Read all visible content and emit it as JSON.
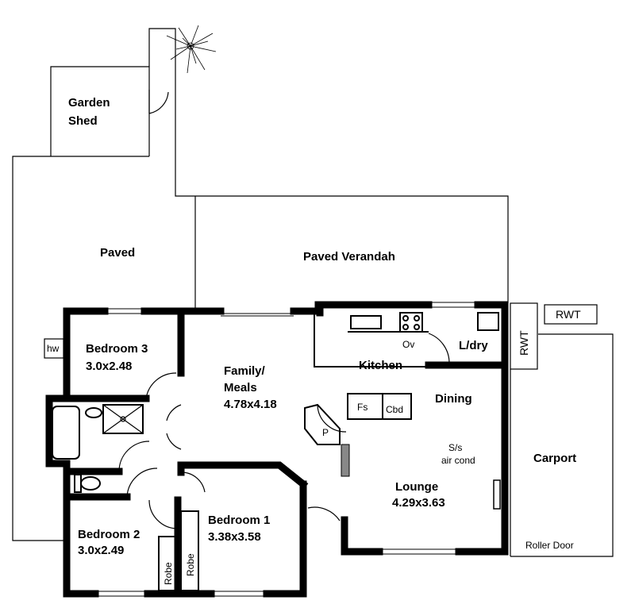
{
  "labels": {
    "garden_shed_1": "Garden",
    "garden_shed_2": "Shed",
    "paved": "Paved",
    "paved_verandah": "Paved Verandah",
    "rwt_box": "RWT",
    "rwt_vertical": "RWT",
    "hw": "hw",
    "bedroom3_name": "Bedroom 3",
    "bedroom3_size": "3.0x2.48",
    "family_name": "Family/",
    "family_name2": "Meals",
    "family_size": "4.78x4.18",
    "kitchen": "Kitchen",
    "ov": "Ov",
    "ldry": "L/dry",
    "dining": "Dining",
    "fs": "Fs",
    "cbd": "Cbd",
    "pantry": "P",
    "ss_1": "S/s",
    "ss_2": "air cond",
    "lounge_name": "Lounge",
    "lounge_size": "4.29x3.63",
    "carport": "Carport",
    "roller_door": "Roller Door",
    "bedroom2_name": "Bedroom 2",
    "bedroom2_size": "3.0x2.49",
    "bedroom1_name": "Bedroom 1",
    "bedroom1_size": "3.38x3.58",
    "robe_1": "Robe",
    "robe_2": "Robe"
  }
}
